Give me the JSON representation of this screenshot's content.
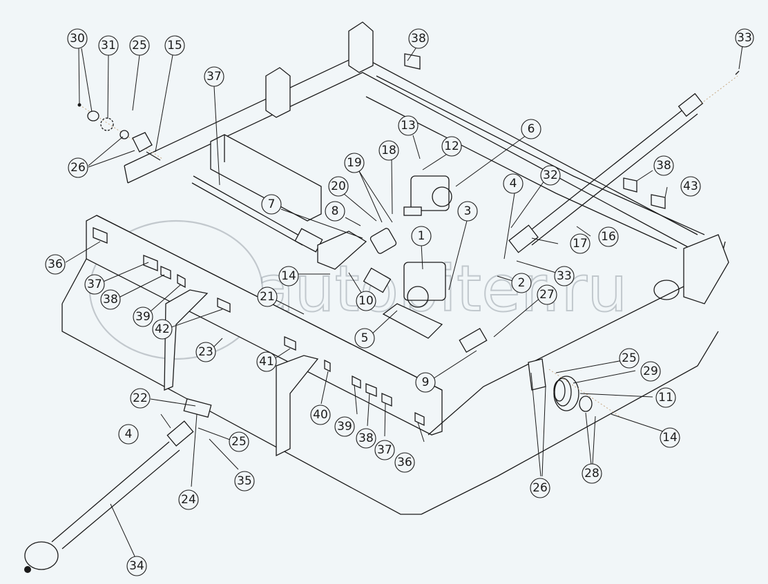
{
  "diagram": {
    "type": "exploded-parts-view",
    "subject": "mower deck frame with gearboxes, drive shafts, pulley and decals",
    "watermark": "autopiter.ru",
    "colors": {
      "background": "#f1f6f8",
      "line": "#1a1a1a",
      "axis_dash": "#c8a882",
      "watermark": "#9aa3aa"
    },
    "callouts": [
      {
        "id": "c30",
        "label": "30"
      },
      {
        "id": "c31",
        "label": "31"
      },
      {
        "id": "c25a",
        "label": "25"
      },
      {
        "id": "c15",
        "label": "15"
      },
      {
        "id": "c26a",
        "label": "26"
      },
      {
        "id": "c37a",
        "label": "37"
      },
      {
        "id": "c38a",
        "label": "38"
      },
      {
        "id": "c33a",
        "label": "33"
      },
      {
        "id": "c13",
        "label": "13"
      },
      {
        "id": "c12",
        "label": "12"
      },
      {
        "id": "c6",
        "label": "6"
      },
      {
        "id": "c18",
        "label": "18"
      },
      {
        "id": "c19",
        "label": "19"
      },
      {
        "id": "c20",
        "label": "20"
      },
      {
        "id": "c7",
        "label": "7"
      },
      {
        "id": "c8",
        "label": "8"
      },
      {
        "id": "c3",
        "label": "3"
      },
      {
        "id": "c1",
        "label": "1"
      },
      {
        "id": "c4a",
        "label": "4"
      },
      {
        "id": "c32",
        "label": "32"
      },
      {
        "id": "c38b",
        "label": "38"
      },
      {
        "id": "c43",
        "label": "43"
      },
      {
        "id": "c17",
        "label": "17"
      },
      {
        "id": "c16",
        "label": "16"
      },
      {
        "id": "c36a",
        "label": "36"
      },
      {
        "id": "c37b",
        "label": "37"
      },
      {
        "id": "c38c",
        "label": "38"
      },
      {
        "id": "c39a",
        "label": "39"
      },
      {
        "id": "c42",
        "label": "42"
      },
      {
        "id": "c14a",
        "label": "14"
      },
      {
        "id": "c21",
        "label": "21"
      },
      {
        "id": "c10",
        "label": "10"
      },
      {
        "id": "c5",
        "label": "5"
      },
      {
        "id": "c2",
        "label": "2"
      },
      {
        "id": "c33b",
        "label": "33"
      },
      {
        "id": "c27",
        "label": "27"
      },
      {
        "id": "c23",
        "label": "23"
      },
      {
        "id": "c41",
        "label": "41"
      },
      {
        "id": "c9",
        "label": "9"
      },
      {
        "id": "c25b",
        "label": "25"
      },
      {
        "id": "c29",
        "label": "29"
      },
      {
        "id": "c11",
        "label": "11"
      },
      {
        "id": "c22",
        "label": "22"
      },
      {
        "id": "c4b",
        "label": "4"
      },
      {
        "id": "c25c",
        "label": "25"
      },
      {
        "id": "c35",
        "label": "35"
      },
      {
        "id": "c24",
        "label": "24"
      },
      {
        "id": "c40",
        "label": "40"
      },
      {
        "id": "c39b",
        "label": "39"
      },
      {
        "id": "c38d",
        "label": "38"
      },
      {
        "id": "c37c",
        "label": "37"
      },
      {
        "id": "c36b",
        "label": "36"
      },
      {
        "id": "c14b",
        "label": "14"
      },
      {
        "id": "c26b",
        "label": "26"
      },
      {
        "id": "c28",
        "label": "28"
      },
      {
        "id": "c34",
        "label": "34"
      }
    ]
  }
}
